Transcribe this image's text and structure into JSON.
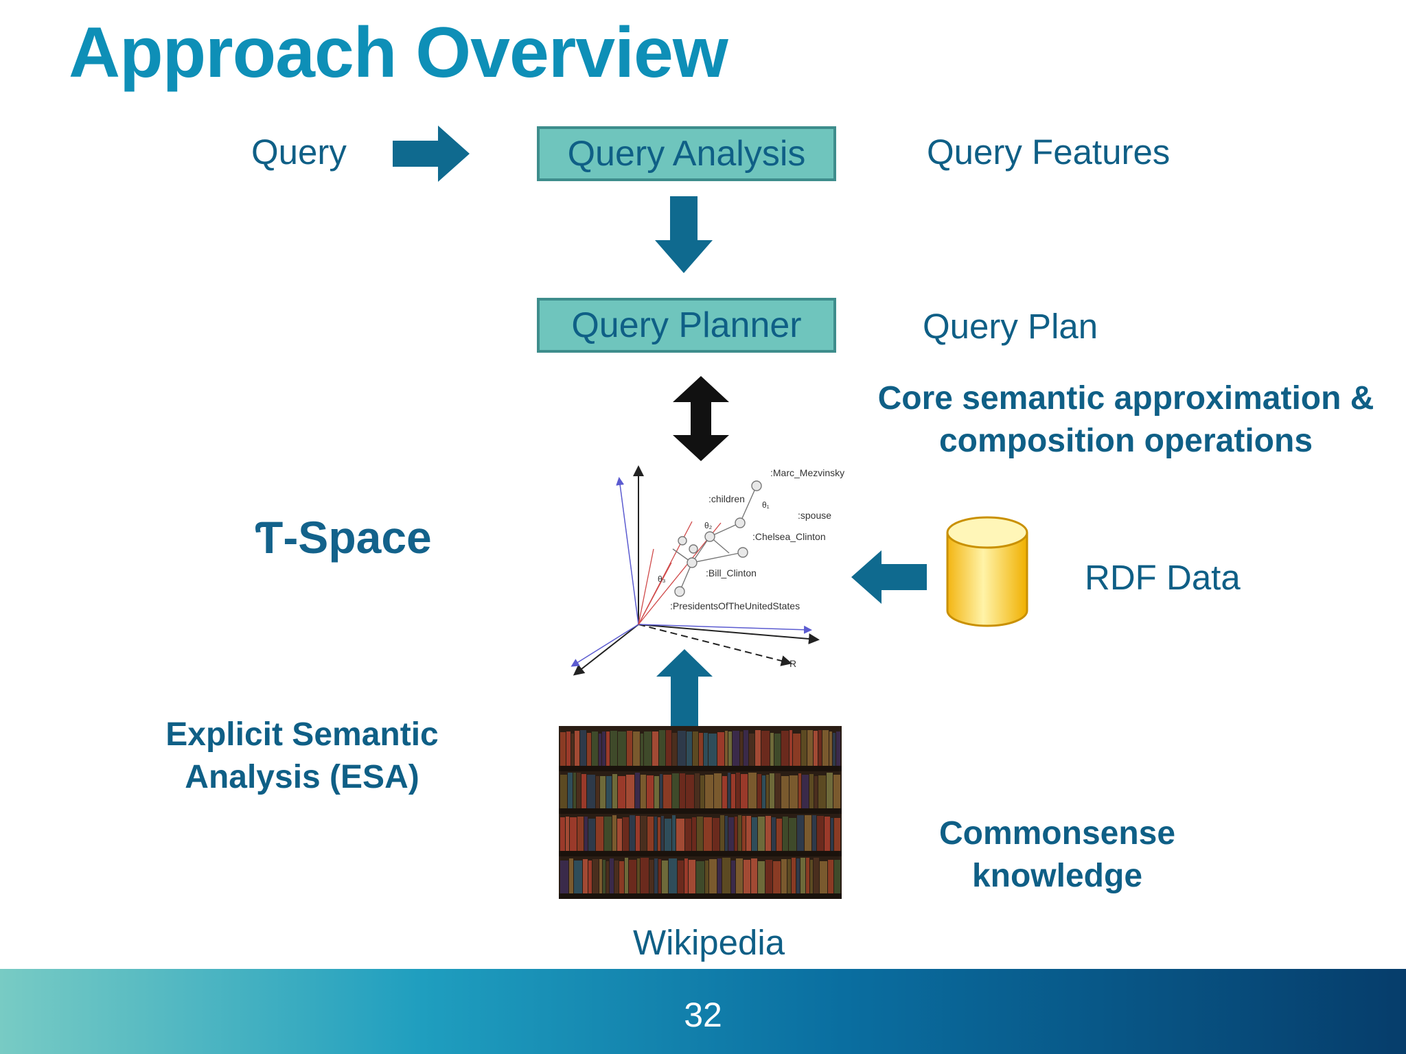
{
  "slide": {
    "title": "Approach Overview",
    "page_number": "32"
  },
  "flow": {
    "query_label": "Query",
    "analysis_box": "Query Analysis",
    "features_label": "Query Features",
    "planner_box": "Query Planner",
    "plan_label": "Query Plan",
    "core_ops_line1": "Core semantic approximation &",
    "core_ops_line2": "composition operations",
    "tspace_label": "Ƭ-Space",
    "rdf_label": "RDF Data",
    "esa_line1": "Explicit Semantic",
    "esa_line2": "Analysis (ESA)",
    "commonsense_line1": "Commonsense",
    "commonsense_line2": "knowledge",
    "wikipedia_label": "Wikipedia"
  },
  "tspace_plot": {
    "nodes": [
      ":Marc_Mezvinsky",
      ":children",
      ":spouse",
      ":Chelsea_Clinton",
      ":Bill_Clinton",
      ":PresidentsOfTheUnitedStates",
      "R"
    ],
    "angle_labels": [
      "θ₁",
      "θ₂",
      "θ₃"
    ]
  },
  "colors": {
    "title": "#0e8fb7",
    "text": "#0f5f86",
    "box_fill": "#6fc5bd",
    "arrow": "#0f6a8f",
    "double_arrow": "#111111",
    "cylinder": "#f5c518"
  }
}
